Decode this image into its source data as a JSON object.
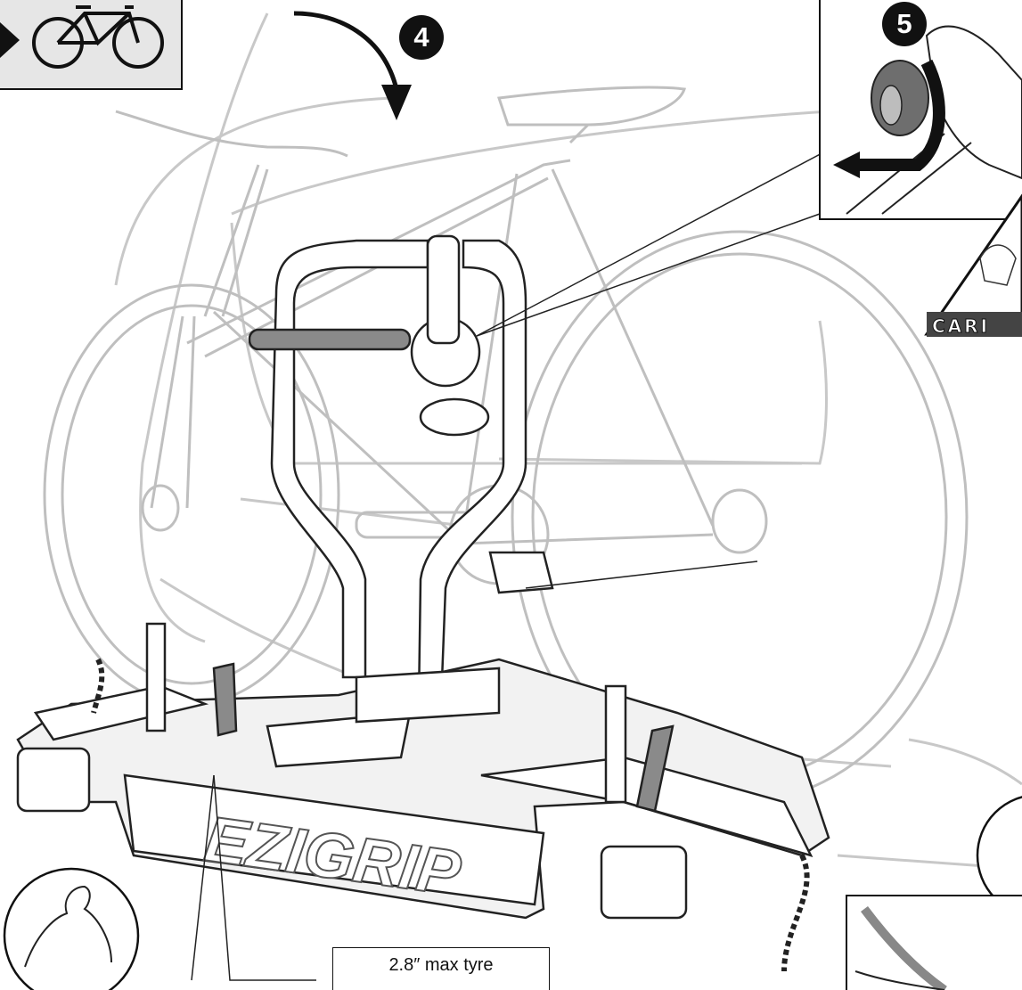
{
  "steps": [
    {
      "number": "4"
    },
    {
      "number": "5"
    }
  ],
  "brand": {
    "logo_text": "EZIGRIP"
  },
  "callouts": {
    "tyre_note": "2.8″ max tyre",
    "carbon_warning": "CARI"
  },
  "icons": [
    "bicycle-icon",
    "arrow-left-icon",
    "rotate-arrow-icon",
    "flexed-arm-icon",
    "carbon-hand-warning-icon"
  ]
}
